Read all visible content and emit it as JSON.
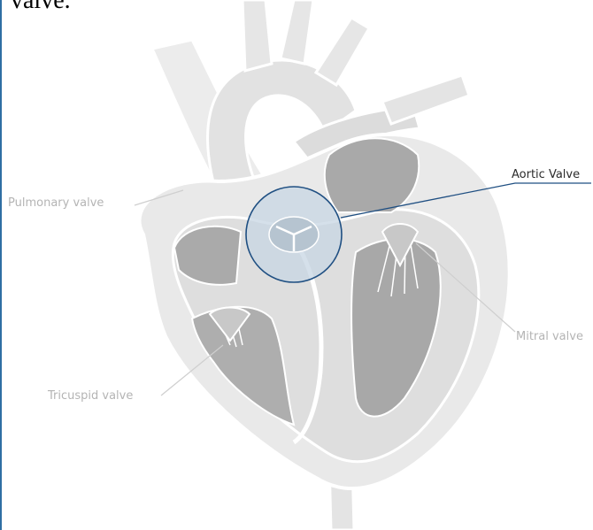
{
  "caption_fragment": "valve.",
  "labels": {
    "aortic": "Aortic Valve",
    "pulmonary": "Pulmonary valve",
    "mitral": "Mitral valve",
    "tricuspid": "Tricuspid valve"
  },
  "colors": {
    "heart_fill": "#e9e9e9",
    "heart_shade": "#d6d6d6",
    "chamber": "#a9a9a9",
    "outline": "#ffffff",
    "highlight_stroke": "#1f4f82",
    "highlight_fill": "#c7d5e3",
    "leader_muted": "#cfcfcf"
  }
}
